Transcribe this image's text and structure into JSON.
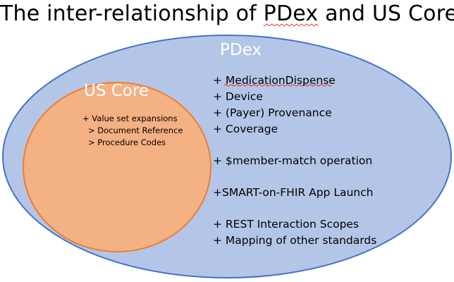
{
  "title": {
    "prefix": "The inter-relationship of ",
    "highlight": "PDex",
    "suffix": " and US Core"
  },
  "diagram": {
    "outer_set": {
      "label": "PDex",
      "fill": "#b4c6e7",
      "stroke": "#4472c4"
    },
    "inner_set": {
      "label": "US Core",
      "fill": "#f4b183",
      "stroke": "#ed7d31",
      "items": [
        "+ Value set expansions",
        "> Document Reference",
        "> Procedure Codes"
      ]
    },
    "pdex_items": [
      "+ MedicationDispense",
      "+ Device",
      "+ (Payer) Provenance",
      "+ Coverage",
      "+ $member-match operation",
      "+SMART-on-FHIR App Launch",
      "+ REST Interaction Scopes",
      "+ Mapping of other standards"
    ]
  }
}
